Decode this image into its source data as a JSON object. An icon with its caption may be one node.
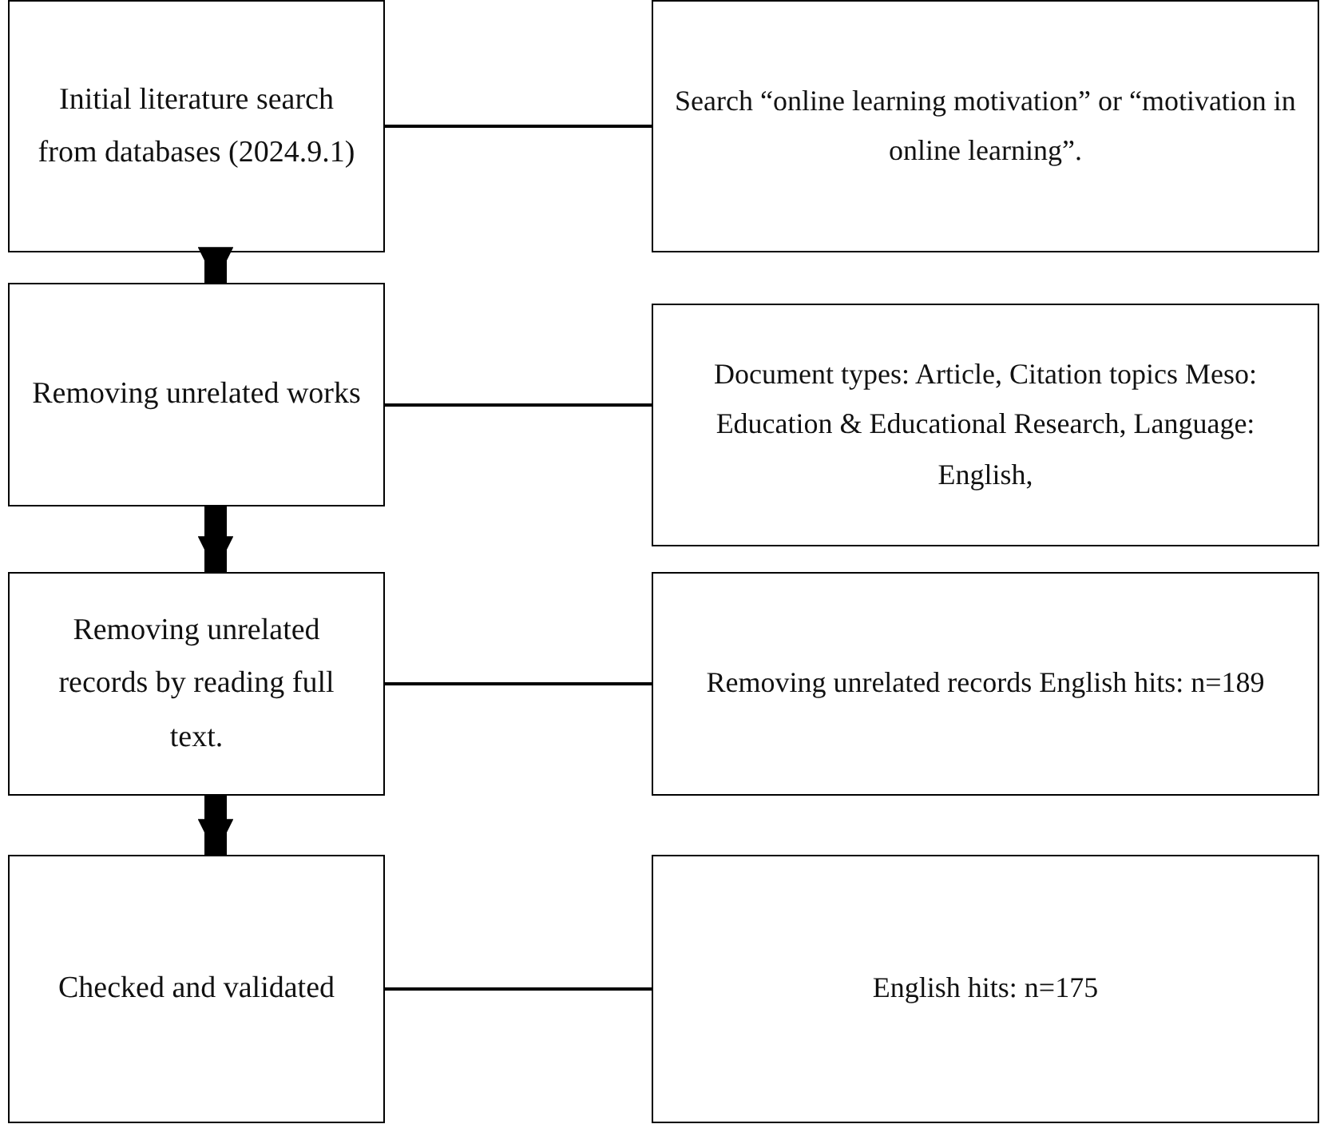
{
  "diagram": {
    "nodes": [
      {
        "text": [
          "Initial literature search from databases (2024.9.1)"
        ]
      },
      {
        "text": [
          "Search “online learning motivation” or “motivation in online learning”."
        ]
      },
      {
        "text": [
          "Removing unrelated works"
        ]
      },
      {
        "text": [
          "Document types: Article, Citation topics Meso: Education & Educational Research, Language: English,"
        ]
      },
      {
        "text": [
          "Removing unrelated records by reading full text."
        ]
      },
      {
        "text": [
          "Removing unrelated records English hits: n=189"
        ]
      },
      {
        "text": [
          "Checked and validated"
        ]
      },
      {
        "text": [
          "English hits: n=175"
        ]
      }
    ],
    "edges": [
      {
        "from": 0,
        "to": 1,
        "arrow": "none"
      },
      {
        "from": 0,
        "to": 2,
        "arrow": "to",
        "style": "thick"
      },
      {
        "from": 2,
        "to": 3,
        "arrow": "none"
      },
      {
        "from": 2,
        "to": 4,
        "arrow": "to",
        "style": "thick"
      },
      {
        "from": 4,
        "to": 5,
        "arrow": "none"
      },
      {
        "from": 4,
        "to": 6,
        "arrow": "to",
        "style": "thick"
      },
      {
        "from": 6,
        "to": 7,
        "arrow": "none"
      }
    ]
  }
}
